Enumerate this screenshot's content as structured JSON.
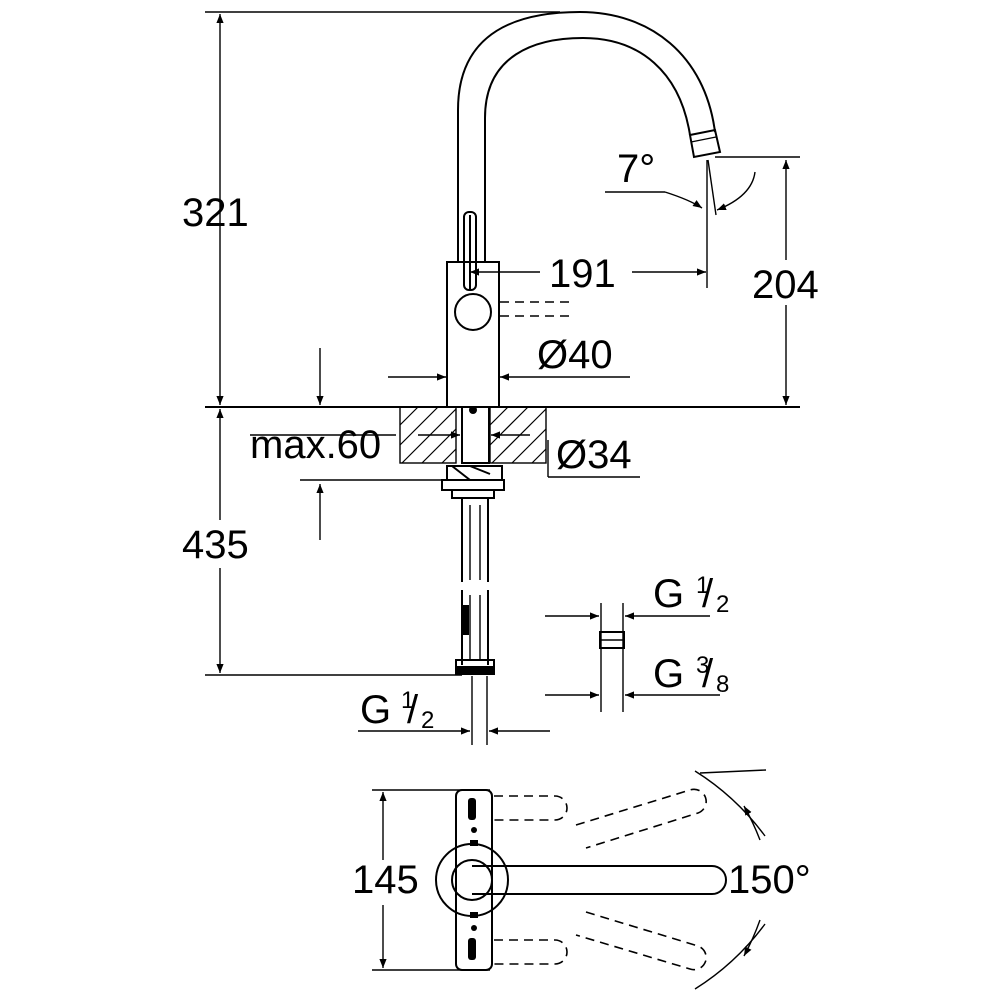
{
  "colors": {
    "line": "#000000",
    "background": "#ffffff"
  },
  "dimensions": {
    "total_height": "321",
    "spout_height": "204",
    "spout_reach": "191",
    "spout_angle": "7°",
    "body_diameter": "Ø40",
    "hole_diameter": "Ø34",
    "max_deck": "max.60",
    "below_deck": "435",
    "width_bottom": "145",
    "swivel_angle": "150°"
  },
  "connections": {
    "main": {
      "prefix": "G",
      "num": "1",
      "den": "2"
    },
    "adapter_top": {
      "prefix": "G",
      "num": "1",
      "den": "2"
    },
    "adapter_bottom": {
      "prefix": "G",
      "num": "3",
      "den": "8"
    }
  }
}
